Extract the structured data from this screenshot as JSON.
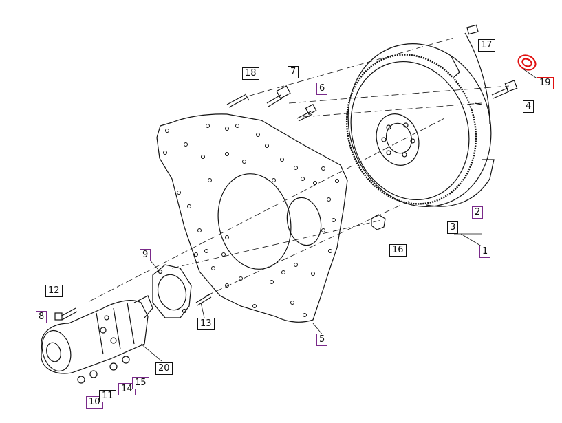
{
  "diagram": {
    "callouts": [
      {
        "id": "1",
        "label": "1",
        "style": "purple"
      },
      {
        "id": "2",
        "label": "2",
        "style": "purple"
      },
      {
        "id": "3",
        "label": "3",
        "style": "black"
      },
      {
        "id": "4",
        "label": "4",
        "style": "black"
      },
      {
        "id": "5",
        "label": "5",
        "style": "purple"
      },
      {
        "id": "6",
        "label": "6",
        "style": "purple"
      },
      {
        "id": "7",
        "label": "7",
        "style": "black"
      },
      {
        "id": "8",
        "label": "8",
        "style": "purple"
      },
      {
        "id": "9",
        "label": "9",
        "style": "purple"
      },
      {
        "id": "10",
        "label": "10",
        "style": "purple"
      },
      {
        "id": "11",
        "label": "11",
        "style": "black"
      },
      {
        "id": "12",
        "label": "12",
        "style": "black"
      },
      {
        "id": "13",
        "label": "13",
        "style": "black"
      },
      {
        "id": "14",
        "label": "14",
        "style": "purple"
      },
      {
        "id": "15",
        "label": "15",
        "style": "purple"
      },
      {
        "id": "16",
        "label": "16",
        "style": "black"
      },
      {
        "id": "17",
        "label": "17",
        "style": "black"
      },
      {
        "id": "18",
        "label": "18",
        "style": "black"
      },
      {
        "id": "19",
        "label": "19",
        "style": "red"
      },
      {
        "id": "20",
        "label": "20",
        "style": "black"
      }
    ],
    "colors": {
      "line": "#111111",
      "purple": "#7a2a8a",
      "highlight": "#e01010"
    }
  }
}
